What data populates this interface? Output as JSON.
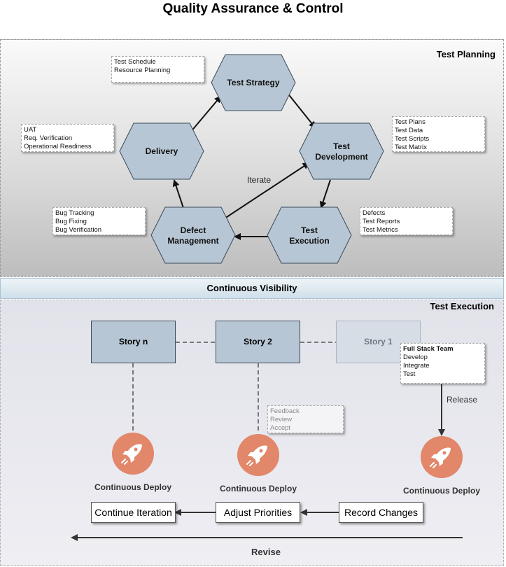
{
  "title": "Quality Assurance & Control",
  "planning": {
    "label": "Test Planning",
    "hexagons": {
      "strategy": [
        "Test Strategy"
      ],
      "development": [
        "Test",
        "Development"
      ],
      "execution": [
        "Test",
        "Execution"
      ],
      "defect": [
        "Defect",
        "Management"
      ],
      "delivery": [
        "Delivery"
      ]
    },
    "iterate_label": "Iterate",
    "notes": {
      "strategy": [
        "Test Schedule",
        "Resource Planning"
      ],
      "delivery": [
        "UAT",
        "Req. Verification",
        "Operational Readiness"
      ],
      "development": [
        "Test Plans",
        "Test Data",
        "Test Scripts",
        "Test Matrix"
      ],
      "defect": [
        "Bug Tracking",
        "Bug Fixing",
        "Bug Verification"
      ],
      "execution": [
        "Defects",
        "Test Reports",
        "Test Metrics"
      ]
    }
  },
  "visibility_label": "Continuous Visibility",
  "execution": {
    "label": "Test Execution",
    "stories": [
      "Story n",
      "Story 2",
      "Story 1"
    ],
    "full_stack_note": {
      "title": "Full Stack Team",
      "items": [
        "Develop",
        "Integrate",
        "Test"
      ]
    },
    "feedback_note": [
      "Feedback",
      "Review",
      "Accept"
    ],
    "release_label": "Release",
    "deploy_label": "Continuous Deploy",
    "actions": [
      "Continue Iteration",
      "Adjust Priorities",
      "Record Changes"
    ],
    "revise_label": "Revise"
  },
  "colors": {
    "hexagon_fill": "#b7c6d4",
    "hexagon_stroke": "#3a4a5a",
    "rocket_circle": "#e2876a"
  }
}
